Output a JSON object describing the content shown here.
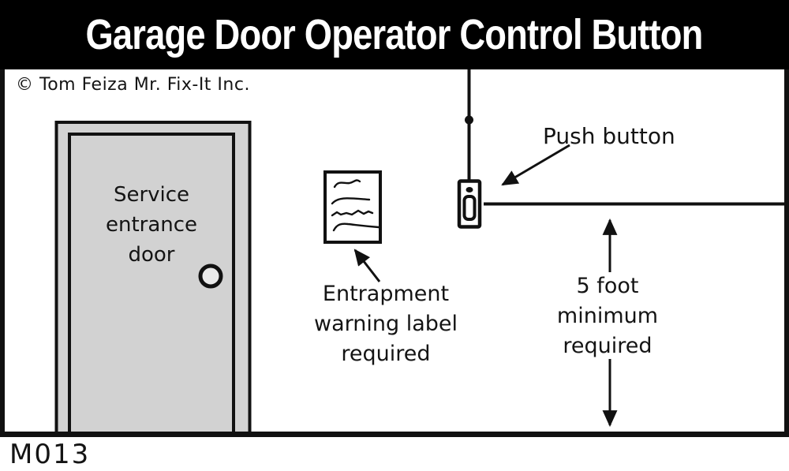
{
  "title": "Garage Door Operator Control Button",
  "copyright": "© Tom Feiza Mr. Fix-It Inc.",
  "figure_id": "M013",
  "annotations": {
    "door": [
      "Service",
      "entrance",
      "door"
    ],
    "warning": [
      "Entrapment",
      "warning label",
      "required"
    ],
    "push_button": "Push button",
    "clearance": [
      "5 foot",
      "minimum",
      "required"
    ]
  },
  "icons": [
    "service-door-icon",
    "door-knob-icon",
    "warning-label-icon",
    "push-button-icon",
    "wire-junction-dot",
    "up-arrow-icon",
    "down-arrow-icon"
  ],
  "colors": {
    "background": "#ffffff",
    "ink": "#111111",
    "title_bar_bg": "#000000",
    "title_text": "#ffffff",
    "door_fill": "#d2d2d2",
    "knob_fill": "#e9e9e9"
  }
}
